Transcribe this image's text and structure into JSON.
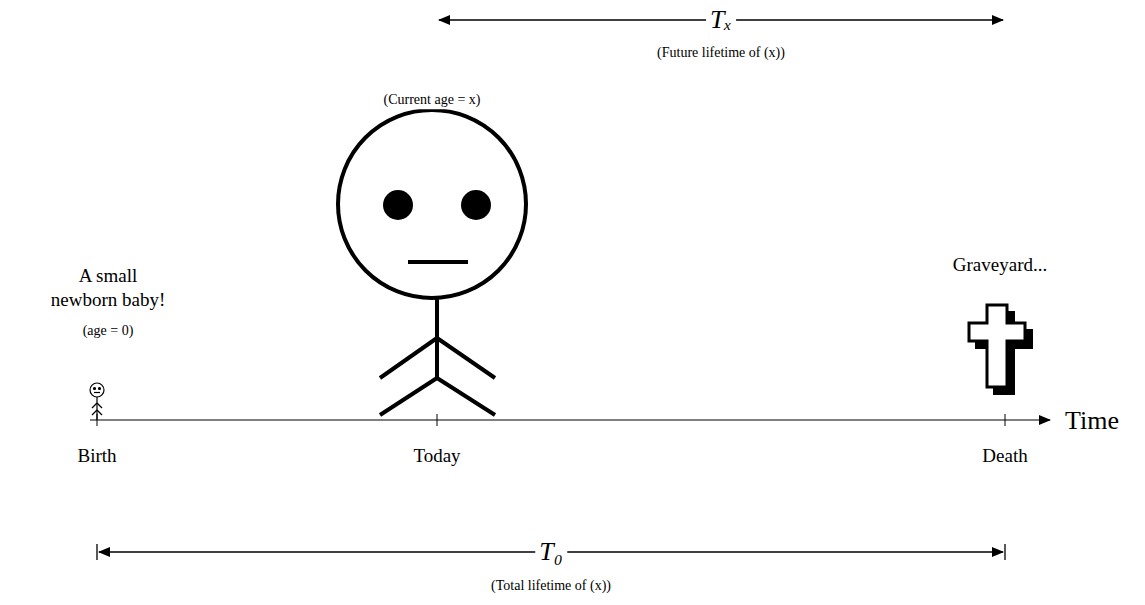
{
  "diagram": {
    "labels": [
      "Tₓ",
      "(Future lifetime of (x))",
      "(Current age = x)",
      "A small newborn baby!",
      "(age = 0)",
      "Graveyard...",
      "Birth",
      "Today",
      "Death",
      "Time",
      "T₀",
      "(Total lifetime of (x))"
    ]
  }
}
